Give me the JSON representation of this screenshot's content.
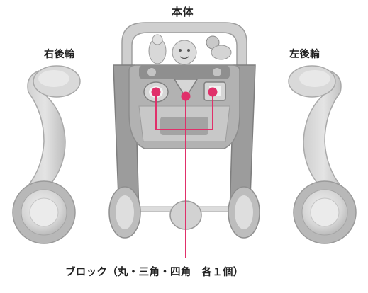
{
  "labels": {
    "main_body": "本体",
    "right_rear_wheel": "右後輪",
    "left_rear_wheel": "左後輪"
  },
  "caption": "ブロック（丸・三角・四角　各１個）",
  "colors": {
    "product_gray": "#b5b5b5",
    "dark_gray": "#8a8a8a",
    "leader_line": "#e0306a",
    "text": "#222222"
  }
}
